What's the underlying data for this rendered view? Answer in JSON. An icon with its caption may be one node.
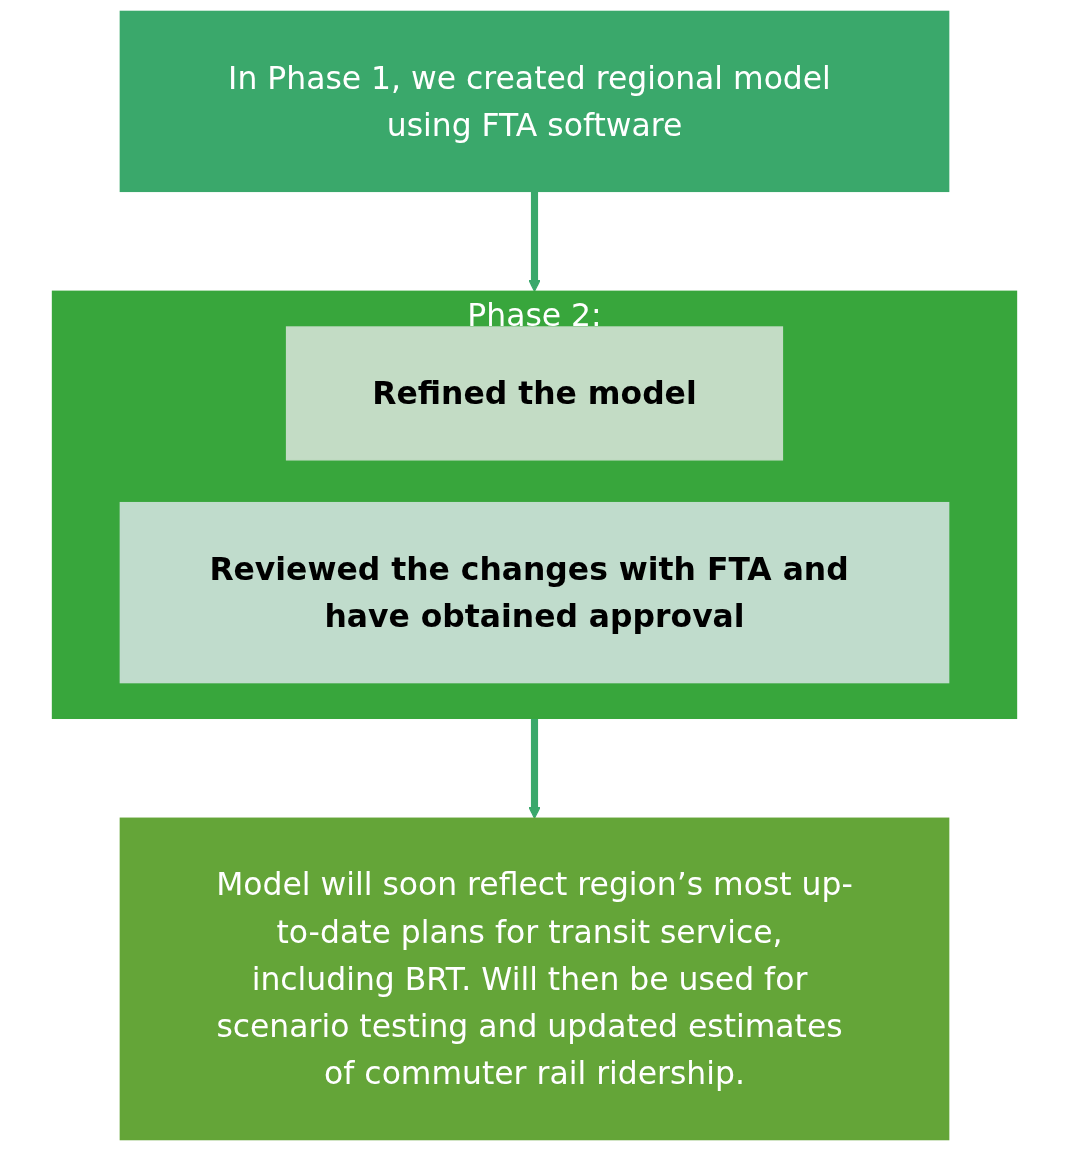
{
  "diagram": {
    "nodes": [
      {
        "text": [
          "In Phase 1, we created regional model using FTA software"
        ]
      },
      {
        "text": [
          "Phase 2:"
        ]
      },
      {
        "text": [
          "Refined the model"
        ],
        "in": 1
      },
      {
        "text": [
          "Reviewed the changes with FTA and have obtained approval"
        ],
        "in": 1
      },
      {
        "text": [
          "Model will soon reflect region’s most up-to-date plans for transit service, including BRT. Will then be used for scenario testing and updated estimates of commuter rail ridership."
        ]
      }
    ],
    "edges": [
      {
        "from": 0,
        "to": 1,
        "arrow": "to"
      },
      {
        "from": 1,
        "to": 4,
        "arrow": "to"
      }
    ]
  }
}
